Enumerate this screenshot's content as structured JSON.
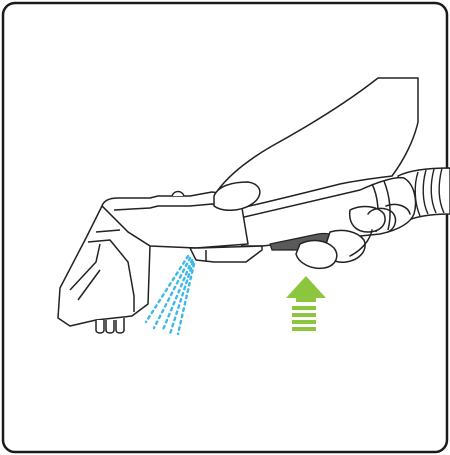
{
  "diagram": {
    "colors": {
      "frame": "#1a1a1a",
      "outline": "#222222",
      "fill": "#ffffff",
      "trigger_shadow": "#5a5a5a",
      "spray": "#3fb8e8",
      "arrow": "#8cc63f"
    },
    "icons": {
      "tool": "handheld-upholstery-tool",
      "hand": "hand-holding-tool",
      "spray": "water-spray",
      "arrow": "press-trigger-up-arrow"
    }
  }
}
